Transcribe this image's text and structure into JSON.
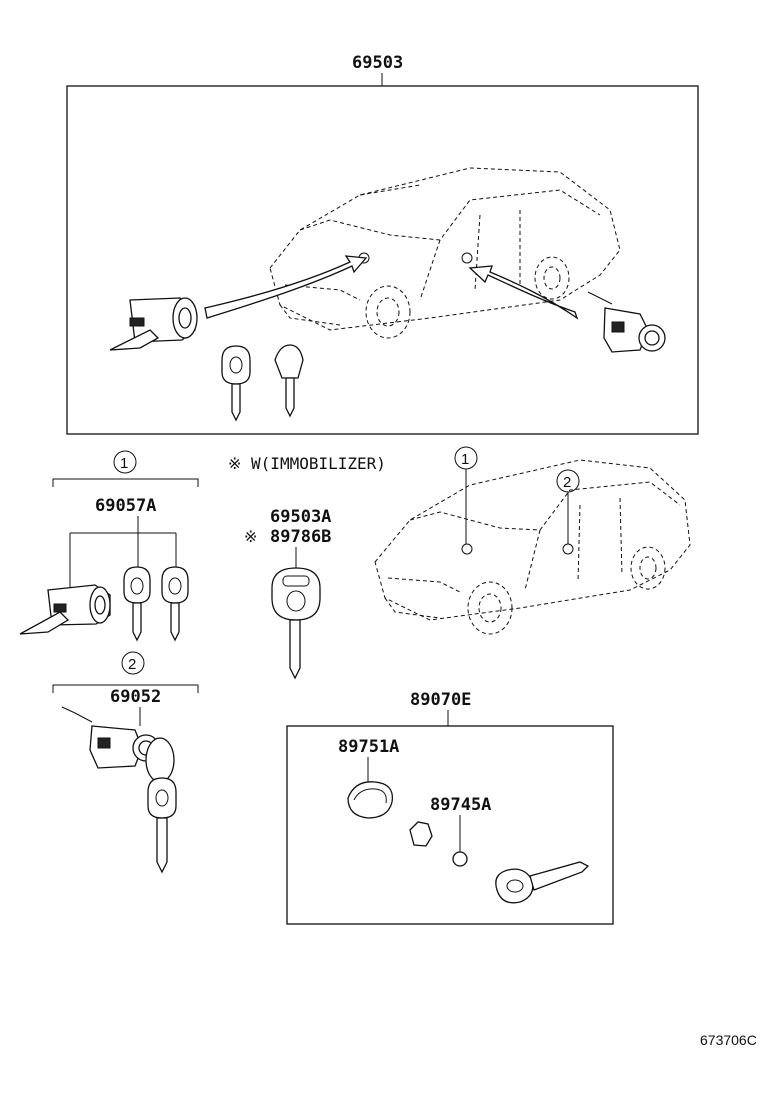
{
  "labels": {
    "kit_top": "69503",
    "set_1": "69057A",
    "set_2": "69052",
    "key_a": "69503A",
    "key_b": "89786B",
    "transmitter_kit": "89070E",
    "transmitter_case": "89751A",
    "battery": "89745A"
  },
  "notes": {
    "immobilizer": "※ W(IMMOBILIZER)",
    "key_b_mark": "※"
  },
  "callouts": {
    "one": "1",
    "two": "2"
  },
  "footer": {
    "diagram_code": "673706C"
  }
}
